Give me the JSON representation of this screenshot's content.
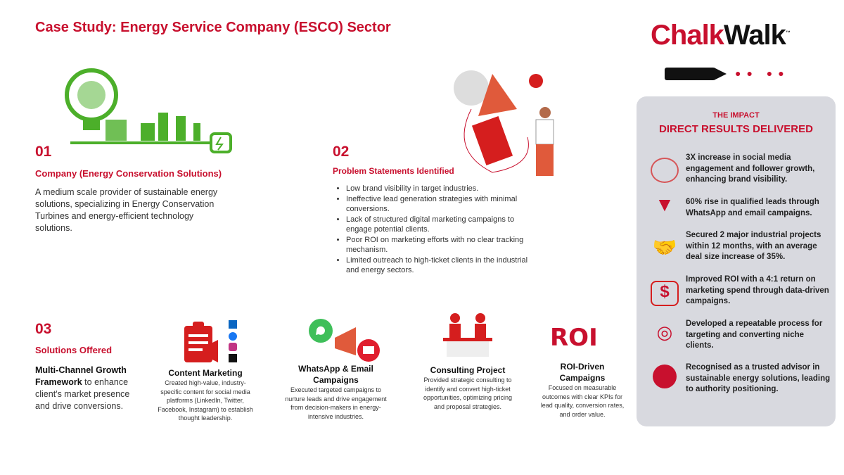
{
  "title": "Case Study: Energy Service Company (ESCO) Sector",
  "logo": {
    "text_chalk": "Chalk",
    "text_walk": "Walk",
    "tm": "™"
  },
  "colors": {
    "accent": "#c8102e",
    "green": "#4caf2a",
    "panel": "#d8d9df"
  },
  "s1": {
    "num": "01",
    "heading": "Company (Energy Conservation Solutions)",
    "text": "A medium scale provider of sustainable energy solutions, specializing in Energy Conservation Turbines and energy-efficient technology solutions."
  },
  "s2": {
    "num": "02",
    "heading": "Problem Statements Identified",
    "bullets": [
      "Low brand visibility in target industries.",
      "Ineffective lead generation strategies with minimal conversions.",
      "Lack of structured digital marketing campaigns to engage potential clients.",
      "Poor ROI on marketing efforts with no clear tracking mechanism.",
      "Limited outreach to high-ticket clients in the industrial and energy sectors."
    ]
  },
  "s3": {
    "num": "03",
    "heading": "Solutions Offered",
    "bold": "Multi-Channel Growth Framework",
    "text": " to enhance client's market presence and drive conversions.",
    "cols": [
      {
        "title": "Content Marketing",
        "text": "Created high-value, industry-specific content for social media platforms (LinkedIn, Twitter, Facebook, Instagram) to establish thought leadership."
      },
      {
        "title": "WhatsApp & Email Campaigns",
        "text": "Executed targeted campaigns to nurture leads and drive engagement from decision-makers in energy-intensive industries."
      },
      {
        "title": "Consulting Project",
        "text": "Provided strategic consulting to identify and convert high-ticket opportunities, optimizing pricing and proposal strategies."
      },
      {
        "title": "ROI-Driven Campaigns",
        "text": "Focused on measurable outcomes with clear KPIs for lead quality, conversion rates, and order value."
      }
    ],
    "roi_icon": "ROI"
  },
  "impact": {
    "kicker": "THE IMPACT",
    "heading": "DIRECT RESULTS DELIVERED",
    "items": [
      "3X increase in social media engagement and follower growth, enhancing brand visibility.",
      "60% rise in qualified leads through WhatsApp and email campaigns.",
      "Secured 2 major industrial projects within 12 months, with an average deal size increase of 35%.",
      "Improved ROI with a 4:1 return on marketing spend through data-driven campaigns.",
      "Developed a repeatable process for targeting and converting niche clients.",
      "Recognised as a trusted advisor in sustainable energy solutions, leading to authority positioning."
    ]
  }
}
